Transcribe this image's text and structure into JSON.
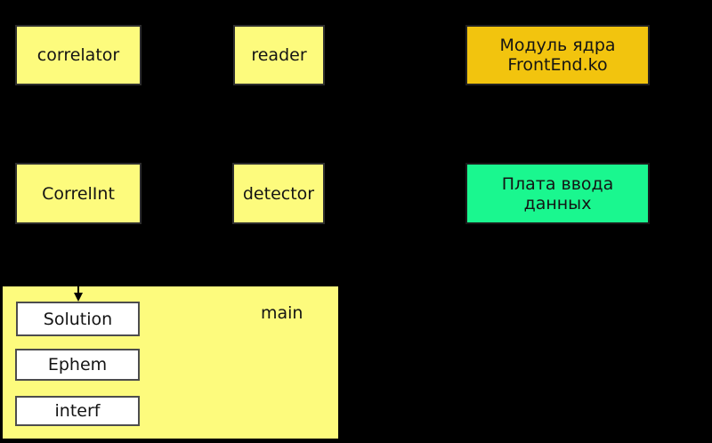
{
  "diagram": {
    "background": "#000000",
    "nodes": {
      "correlator": {
        "label": "correlator",
        "fill": "#FDFB7D"
      },
      "reader": {
        "label": "reader",
        "fill": "#FDFB7D"
      },
      "kernel_module": {
        "line1": "Модуль ядра",
        "line2": "FrontEnd.ko",
        "fill": "#F2C40E"
      },
      "correlint": {
        "label": "CorrelInt",
        "fill": "#FDFB7D"
      },
      "detector": {
        "label": "detector",
        "fill": "#FDFB7D"
      },
      "input_board": {
        "line1": "Плата ввода",
        "line2": "данных",
        "fill": "#1AF78F"
      },
      "main": {
        "label": "main",
        "fill": "#FDFB7D",
        "children": [
          {
            "label": "Solution",
            "fill": "#FFFFFF"
          },
          {
            "label": "Ephem",
            "fill": "#FFFFFF"
          },
          {
            "label": "interf",
            "fill": "#FFFFFF"
          }
        ]
      }
    },
    "connector": {
      "type": "arrow-down",
      "color": "#000000"
    }
  }
}
